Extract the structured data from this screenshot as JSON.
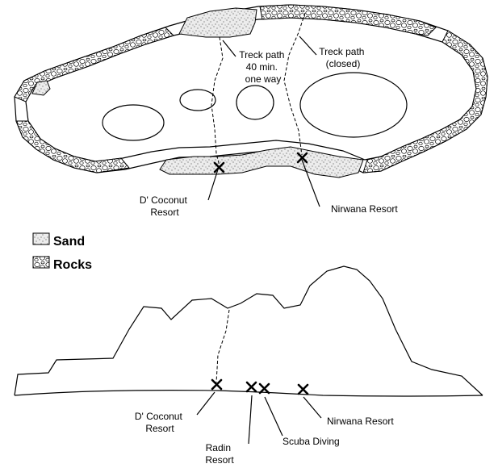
{
  "map_labels": {
    "treck_path_open": [
      "Treck path",
      "40 min.",
      "one way"
    ],
    "treck_path_closed": [
      "Treck path",
      "(closed)"
    ],
    "top_dcoconut": [
      "D' Coconut",
      "Resort"
    ],
    "top_nirwana": "Nirwana Resort",
    "bottom_dcoconut": [
      "D' Coconut",
      "Resort"
    ],
    "bottom_nirwana": "Nirwana Resort",
    "radin": [
      "Radin",
      "Resort"
    ],
    "scuba": "Scuba Diving"
  },
  "legend": {
    "sand": "Sand",
    "rocks": "Rocks"
  },
  "colors": {
    "ink": "#000000",
    "background": "#ffffff"
  }
}
